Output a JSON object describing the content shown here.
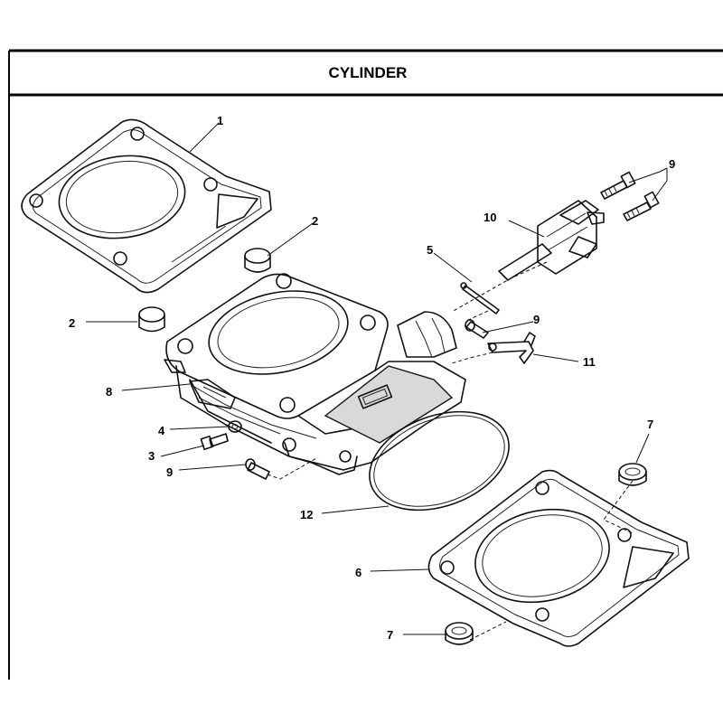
{
  "title": "CYLINDER",
  "callouts": {
    "c1": "1",
    "c2a": "2",
    "c2b": "2",
    "c3": "3",
    "c4": "4",
    "c5": "5",
    "c6": "6",
    "c7a": "7",
    "c7b": "7",
    "c8": "8",
    "c9a": "9",
    "c9b": "9",
    "c9c": "9",
    "c10": "10",
    "c11": "11",
    "c12": "12"
  }
}
